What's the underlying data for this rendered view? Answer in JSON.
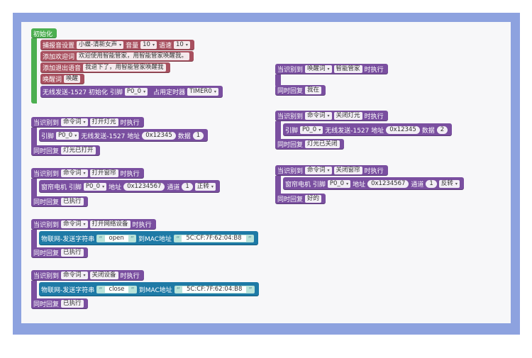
{
  "init": {
    "hat": "初始化",
    "tts": {
      "label": "捕报音设置",
      "voice": "小蝶-清新女声",
      "vol_label": "音量",
      "vol": "10",
      "speed_label": "语速",
      "speed": "10"
    },
    "welcome": {
      "label": "添加欢迎词",
      "text": "欢迎使用智能管家，用智能管家唤醒我。"
    },
    "exit": {
      "label": "添加退出语音",
      "text": "我退下了，用智能管家唤醒我"
    },
    "wake": {
      "label": "唤醒词",
      "value": "唤醒"
    },
    "rf": {
      "label": "无线发送-1527 初始化  引脚",
      "pin": "P0_0",
      "timer_label": "占用定时器",
      "timer": "TIMER0"
    }
  },
  "wake_event": {
    "when": "当识别到",
    "type": "唤醒词",
    "word": "智能管家",
    "exec": "时执行",
    "reply_label": "同时回复",
    "reply": "我在"
  },
  "light_on": {
    "when": "当识别到",
    "type": "命令词",
    "word": "打开灯光",
    "exec": "时执行",
    "pin_label": "引脚",
    "pin": "P0_0",
    "rf_label": "无线发送-1527  地址",
    "addr": "0x12345",
    "data_label": "数据",
    "data": "1",
    "reply_label": "同时回复",
    "reply": "灯光已打开"
  },
  "light_off": {
    "when": "当识别到",
    "type": "命令词",
    "word": "关闭灯光",
    "exec": "时执行",
    "pin_label": "引脚",
    "pin": "P0_0",
    "rf_label": "无线发送-1527  地址",
    "addr": "0x12345",
    "data_label": "数据",
    "data": "2",
    "reply_label": "同时回复",
    "reply": "灯光已关闭"
  },
  "curtain_open": {
    "when": "当识别到",
    "type": "命令词",
    "word": "打开窗帘",
    "exec": "时执行",
    "motor_label": "窗帘电机  引脚",
    "pin": "P0_0",
    "addr_label": "地址",
    "addr": "0x1234567",
    "ch_label": "通道",
    "ch": "1",
    "dir": "正转",
    "reply_label": "同时回复",
    "reply": "已执行"
  },
  "curtain_close": {
    "when": "当识别到",
    "type": "命令词",
    "word": "关闭窗帘",
    "exec": "时执行",
    "motor_label": "窗帘电机  引脚",
    "pin": "P0_0",
    "addr_label": "地址",
    "addr": "0x1234567",
    "ch_label": "通道",
    "ch": "1",
    "dir": "反转",
    "reply_label": "同时回复",
    "reply": "好的"
  },
  "net_on": {
    "when": "当识别到",
    "type": "命令词",
    "word": "打开网络设备",
    "exec": "时执行",
    "iot_label": "物联网-发送字符串",
    "msg": "open",
    "mac_label": "到MAC地址",
    "mac": "5C:CF:7F:62:04:B8",
    "reply_label": "同时回复",
    "reply": "已执行"
  },
  "net_off": {
    "when": "当识别到",
    "type": "命令词",
    "word": "关闭设备",
    "exec": "时执行",
    "iot_label": "物联网-发送字符串",
    "msg": "close",
    "mac_label": "到MAC地址",
    "mac": "5C:CF:7F:62:04:B8",
    "reply_label": "同时回复",
    "reply": "已执行"
  },
  "icons": {
    "dropdown": "▾",
    "quote_open": "“",
    "quote_close": "”"
  },
  "colors": {
    "event": "#7a4fa0",
    "init": "#4caf50",
    "voice": "#a8505f",
    "iot": "#1e7aa6",
    "frame": "#8da2df",
    "workspace": "#f7f7f9"
  }
}
